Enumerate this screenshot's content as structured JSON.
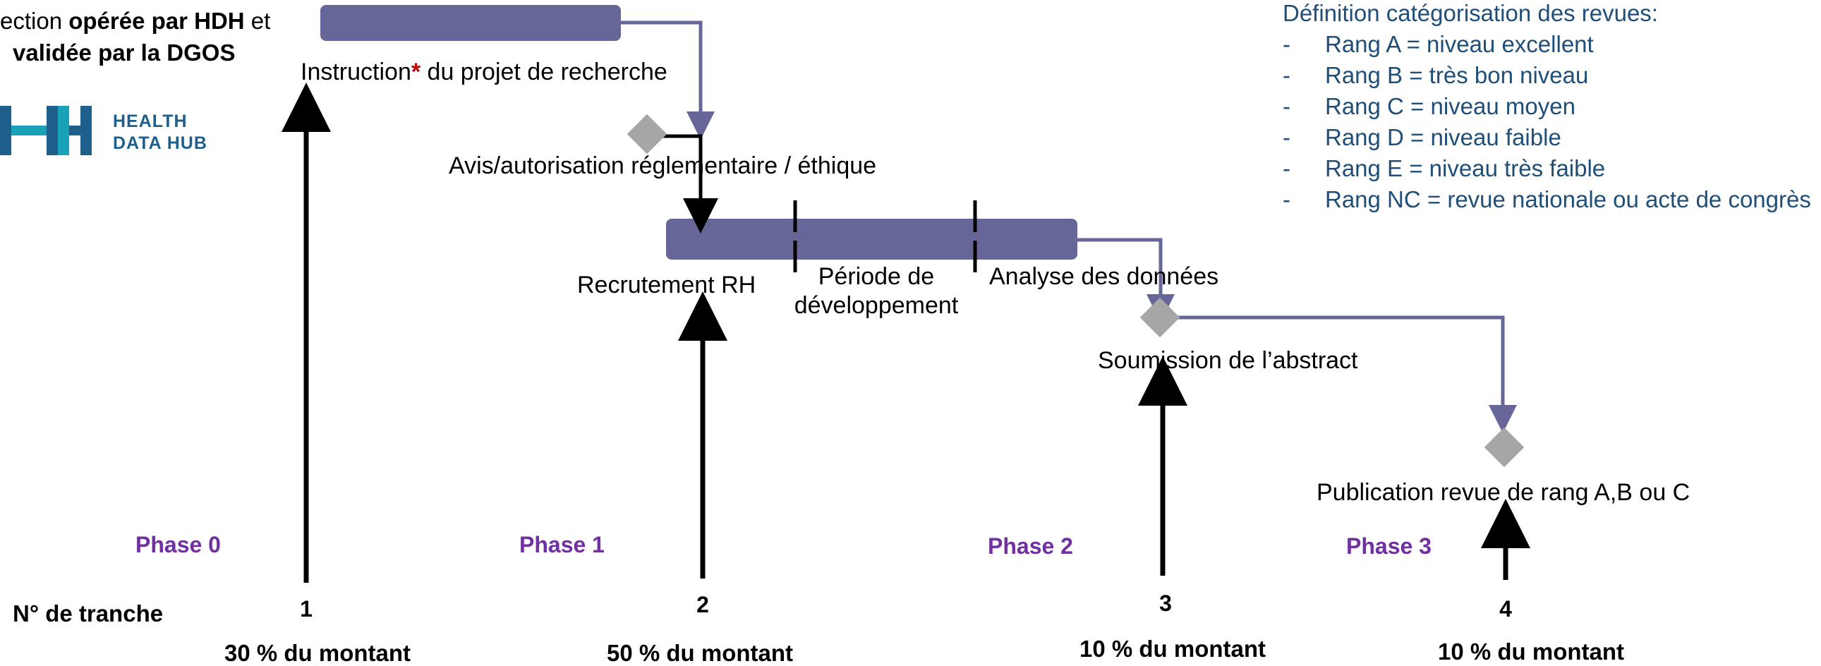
{
  "top_note": {
    "line1_prefix": "ection ",
    "line1_bold": "opérée par HDH",
    "line1_suffix": " et",
    "line2_bold": "validée par la DGOS"
  },
  "logo": {
    "line1": "HEALTH",
    "line2": "DATA HUB",
    "colors": {
      "dark": "#1f5f8b",
      "teal": "#17a2b8"
    }
  },
  "legend": {
    "title": "Définition catégorisation des revues:",
    "items": [
      "Rang A = niveau excellent",
      "Rang B = très bon niveau",
      "Rang C = niveau moyen",
      "Rang D = niveau faible",
      "Rang E = niveau très faible",
      "Rang NC = revue nationale ou acte de congrès"
    ],
    "bullet": "-"
  },
  "steps": {
    "instruction": "Instruction",
    "instruction_star": "*",
    "instruction_rest": " du projet de recherche",
    "avis": "Avis/autorisation réglementaire / éthique",
    "recrutement": "Recrutement RH",
    "periode_line1": "Période de",
    "periode_line2": "développement",
    "analyse": "Analyse des données",
    "soumission": "Soumission de l’abstract",
    "publication": "Publication revue de rang A,B ou C"
  },
  "phases": [
    "Phase 0",
    "Phase 1",
    "Phase 2",
    "Phase 3"
  ],
  "tranche_label": "N° de tranche",
  "tranches": [
    {
      "number": "1",
      "amount": "30 % du montant"
    },
    {
      "number": "2",
      "amount": "50 % du montant"
    },
    {
      "number": "3",
      "amount": "10  % du montant"
    },
    {
      "number": "4",
      "amount": "10  % du montant"
    }
  ],
  "colors": {
    "bar": "#666699",
    "milestone": "#a6a6a6",
    "phase": "#7030a0",
    "legend": "#1f4e79",
    "star": "#c00000"
  }
}
